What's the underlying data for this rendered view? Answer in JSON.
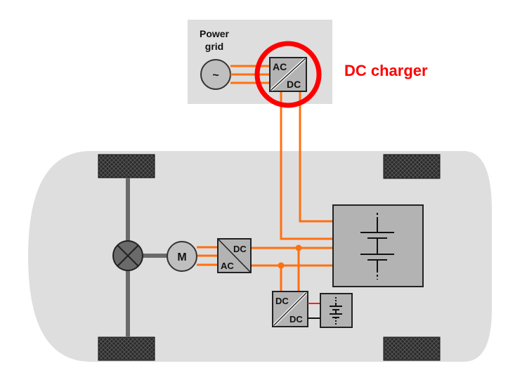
{
  "power_grid": {
    "label_line1": "Power",
    "label_line2": "grid",
    "source_symbol": "~"
  },
  "charger": {
    "input": "AC",
    "output": "DC",
    "callout": "DC charger"
  },
  "motor": {
    "label": "M"
  },
  "inverter": {
    "top": "DC",
    "bottom": "AC"
  },
  "dcdc": {
    "top": "DC",
    "bottom": "DC"
  },
  "colors": {
    "power_line": "#ff7010",
    "highlight": "#ff0000",
    "box_fill": "#b3b3b3",
    "car_body": "#dedede",
    "drivetrain": "#6a6a6a"
  }
}
